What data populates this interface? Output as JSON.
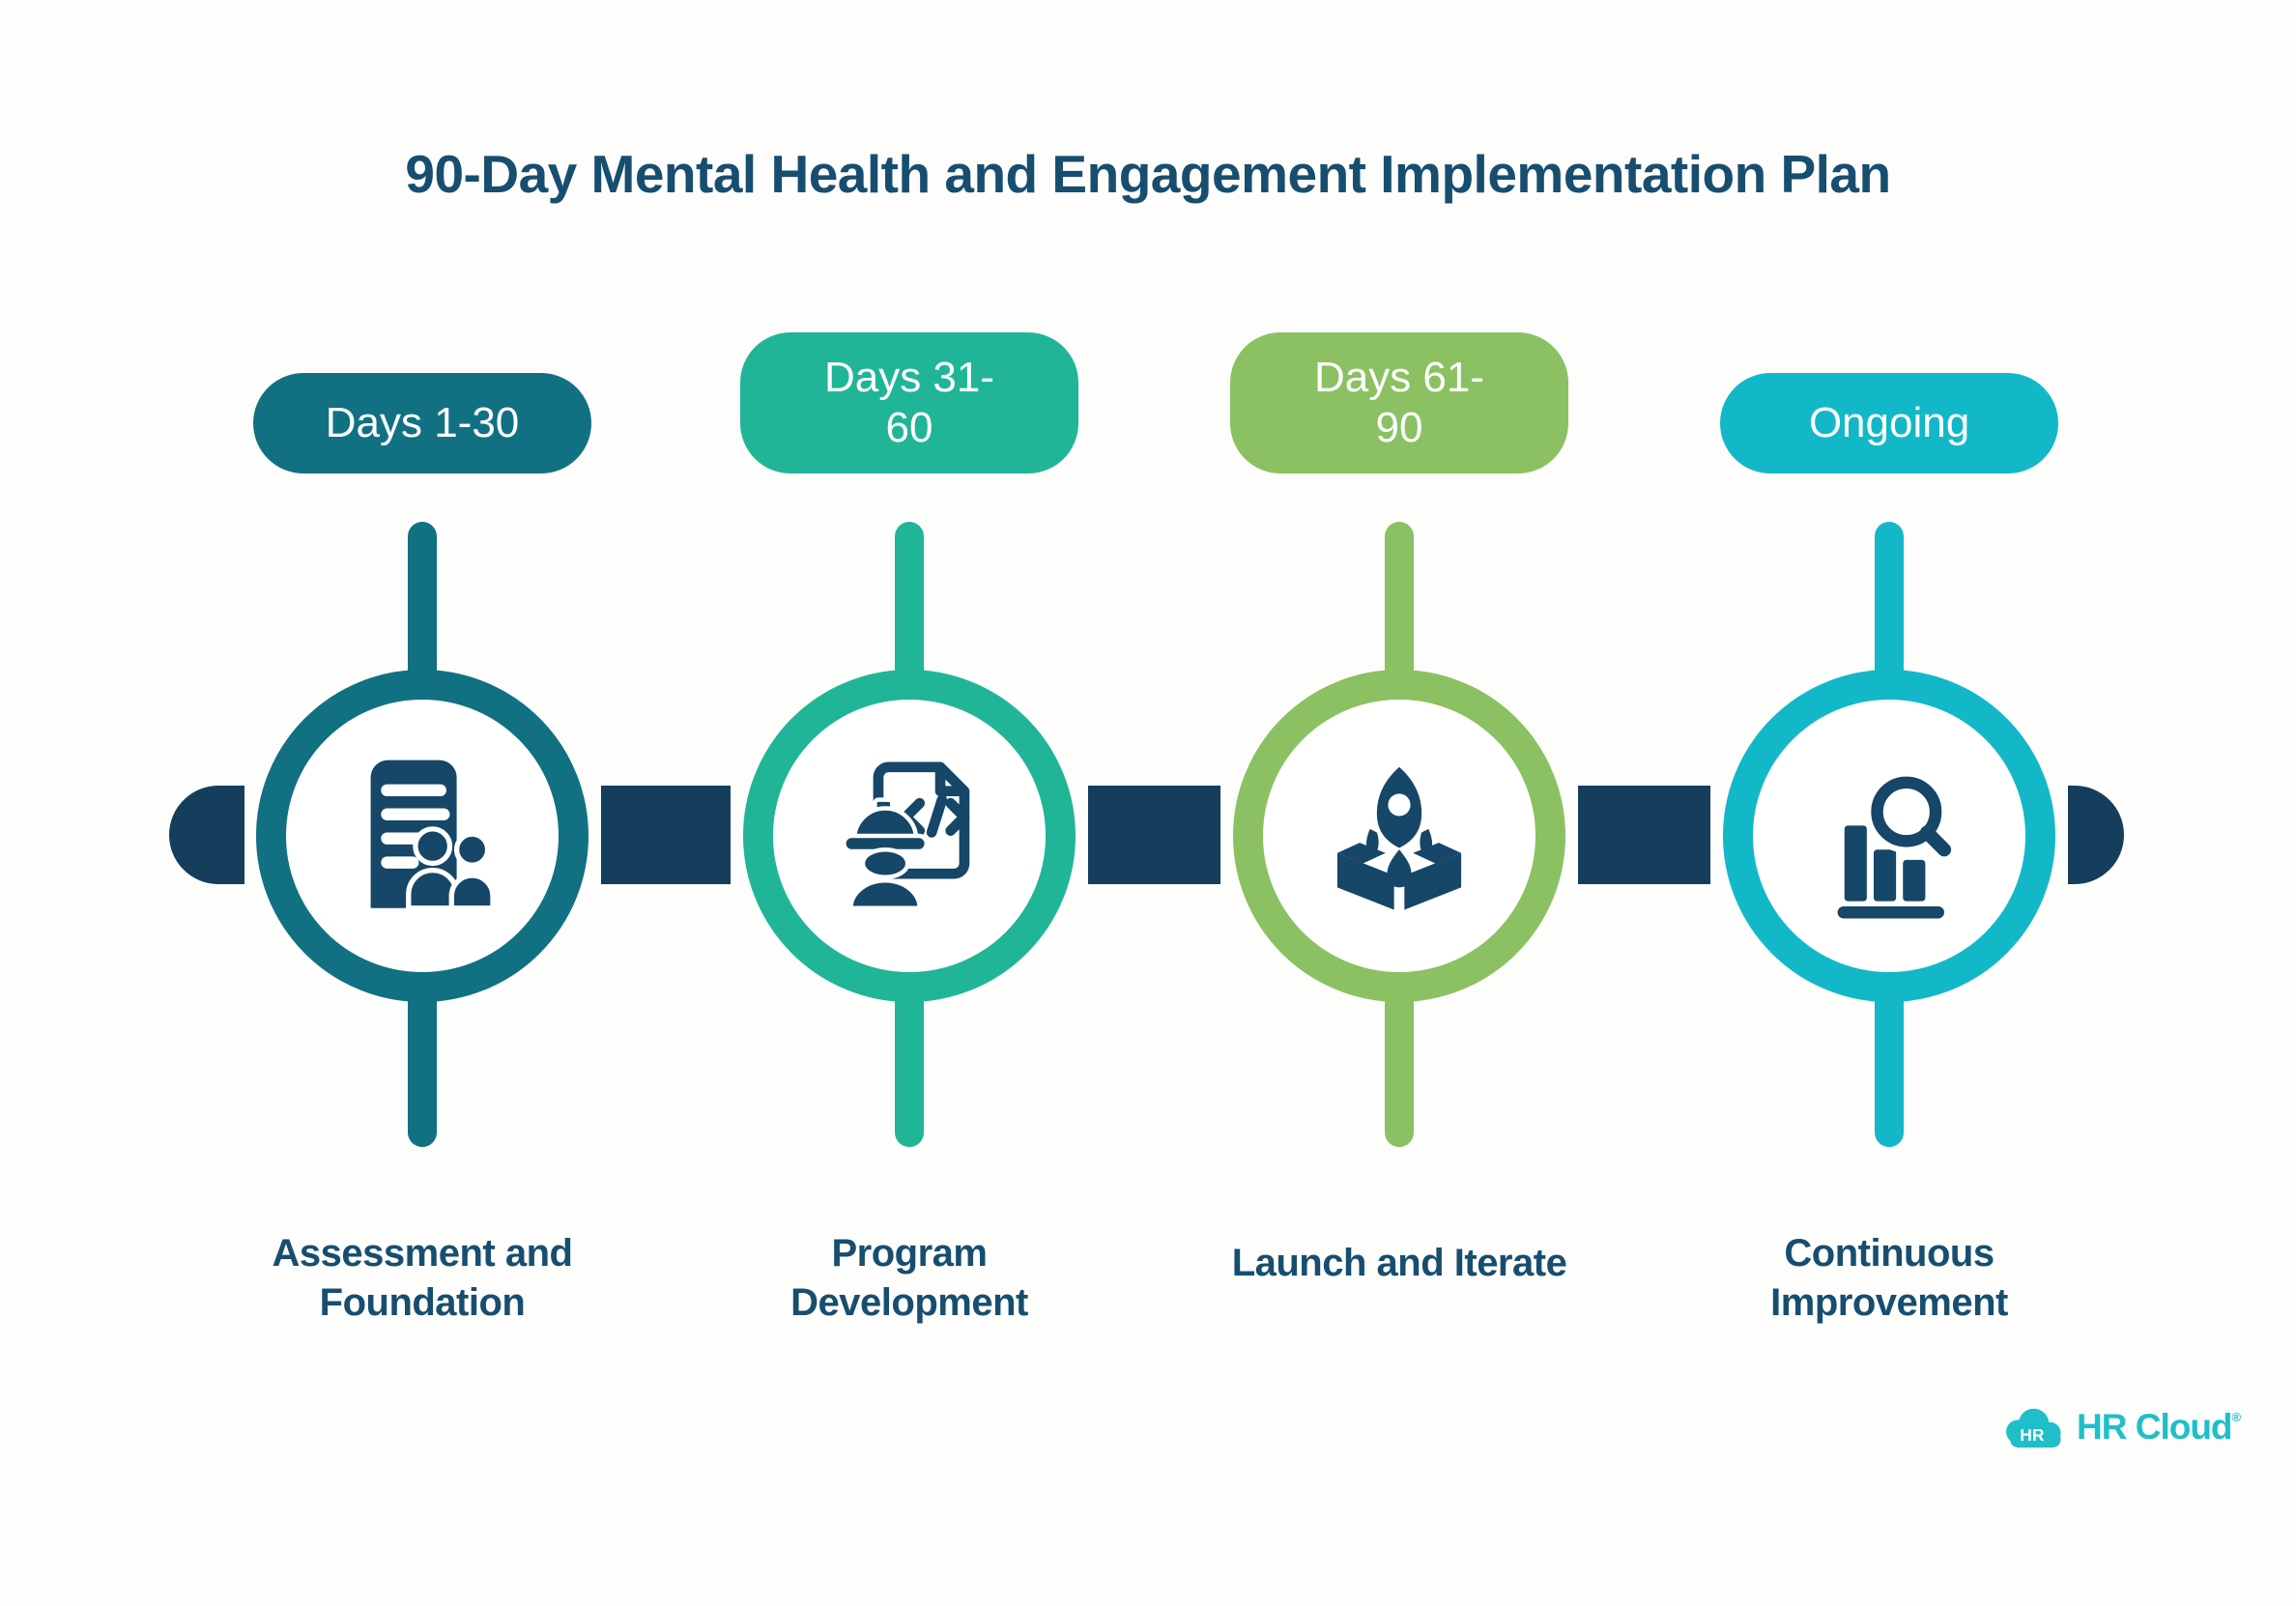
{
  "title": "90-Day Mental Health and Engagement Implementation Plan",
  "colors": {
    "background": "#FDFDFB",
    "timeline_bar_navy": "#143E5C",
    "icon_navy": "#164668",
    "text_navy": "#174E70",
    "stage1_dark_teal": "#117183",
    "stage2_teal": "#21B597",
    "stage3_green": "#8BC162",
    "stage4_cyan": "#12B8C8",
    "brand_cyan": "#1EBFC9",
    "badge_text": "#FFFFFF"
  },
  "stages": [
    {
      "badge_lines": [
        "Days 1-30"
      ],
      "label_lines": [
        "Assessment and",
        "Foundation"
      ],
      "icon": "org-report-people-icon",
      "color": "#117183"
    },
    {
      "badge_lines": [
        "Days 31-",
        "60"
      ],
      "label_lines": [
        "Program",
        "Development"
      ],
      "icon": "engineer-code-document-icon",
      "color": "#21B597"
    },
    {
      "badge_lines": [
        "Days 61-",
        "90"
      ],
      "label_lines": [
        "Launch and Iterate"
      ],
      "icon": "rocket-launch-box-icon",
      "color": "#8BC162"
    },
    {
      "badge_lines": [
        "Ongoing"
      ],
      "label_lines": [
        "Continuous",
        "Improvement"
      ],
      "icon": "chart-magnifier-icon",
      "color": "#12B8C8"
    }
  ],
  "logo": {
    "cloud_text": "HR",
    "brand": "HR Cloud",
    "registered_mark": "®"
  }
}
